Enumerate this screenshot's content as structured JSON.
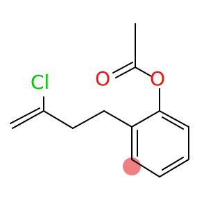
{
  "molecule": {
    "atoms": [
      {
        "id": "cl",
        "label": "Cl",
        "color": "#00c800"
      },
      {
        "id": "o_carbonyl",
        "label": "O",
        "color": "#ff0d0d"
      },
      {
        "id": "o_ester",
        "label": "O",
        "color": "#ff0d0d"
      }
    ],
    "bond_color": "#000000",
    "highlight_color": "#f08080"
  }
}
